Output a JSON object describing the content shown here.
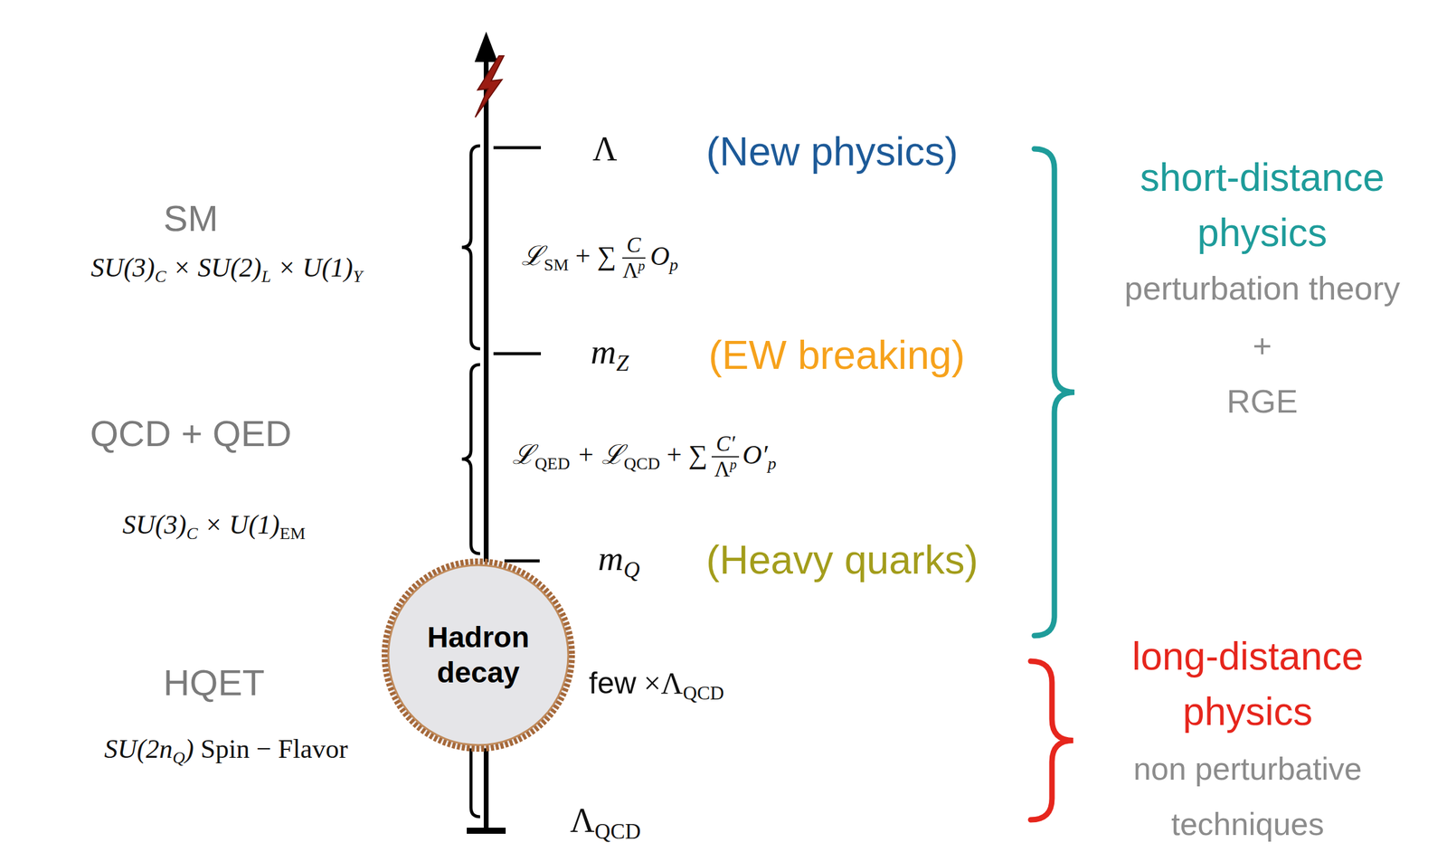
{
  "diagram": {
    "nodes": [
      {
        "text": [
          "Hadron decay"
        ]
      }
    ],
    "labels": [
      "SM",
      "SU(3)",
      "C",
      "× SU(2)",
      "L",
      "× U(1)",
      "Y",
      "QCD + QED",
      "SU(3)",
      "C",
      "× U(1)",
      "EM",
      "HQET",
      "SU(2n",
      "Q",
      ")",
      "Spin − Flavor",
      "Λ",
      "(New physics)",
      "ℒ",
      "SM",
      "+ ∑",
      "C",
      "Λ",
      "p",
      "O",
      "p",
      "m",
      "Z",
      "(EW breaking)",
      "ℒ",
      "QED",
      "+ ℒ",
      "QCD",
      "+ ∑",
      "C′",
      "Λ",
      "p",
      "O′",
      "p",
      "m",
      "Q",
      "(Heavy quarks)",
      "few",
      "×Λ",
      "QCD",
      "Λ",
      "QCD",
      "short-distance physics",
      "perturbation theory",
      "+",
      "RGE",
      "long-distance physics",
      "non perturbative techniques"
    ]
  }
}
